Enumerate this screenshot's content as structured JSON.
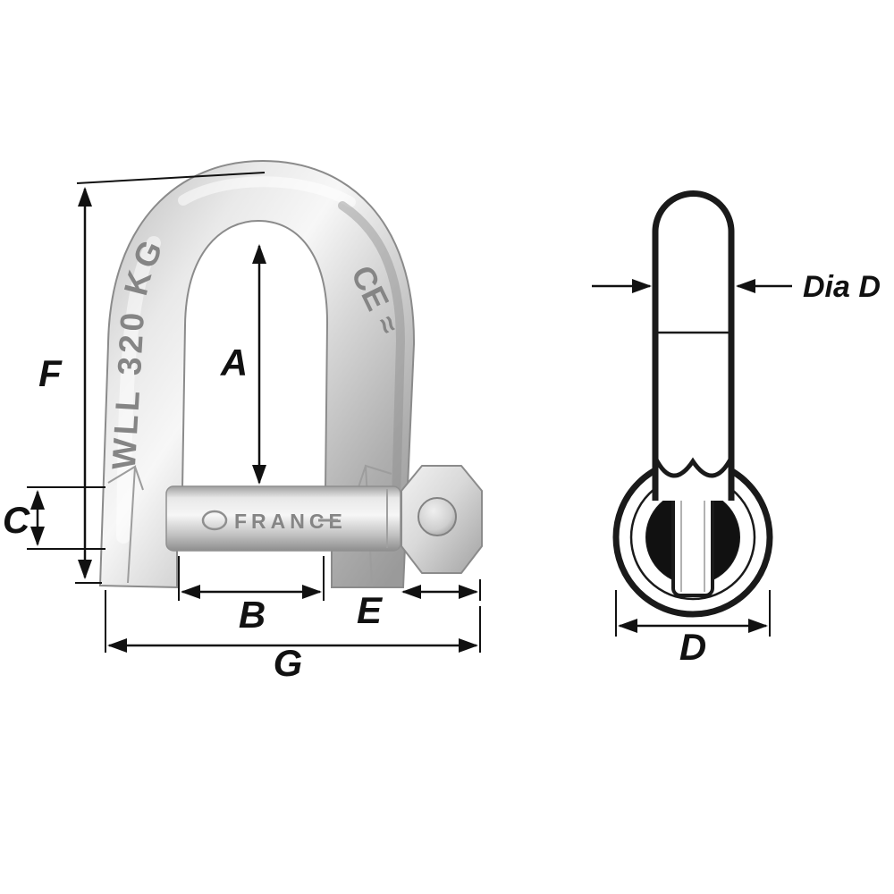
{
  "figure": {
    "type": "technical-dimension-diagram",
    "subject": "D-shackle with captive pin, front view and side view"
  },
  "dimension_labels": {
    "overall_height": "F",
    "inner_height": "A",
    "pin_diameter_left": "C",
    "inner_width": "B",
    "head_width": "E",
    "overall_width": "G",
    "head_diameter": "D",
    "shaft_diameter": "Dia D"
  },
  "engravings": {
    "load_rating": "WLL 320 KG",
    "ce_mark": "CE",
    "brand_squiggle": "≈",
    "pin_origin": "FRANCE"
  },
  "colors": {
    "line": "#111111",
    "metal_light": "#f7f7f7",
    "metal_dark": "#9a9a9a",
    "engraving": "#858585",
    "background": "#ffffff"
  }
}
